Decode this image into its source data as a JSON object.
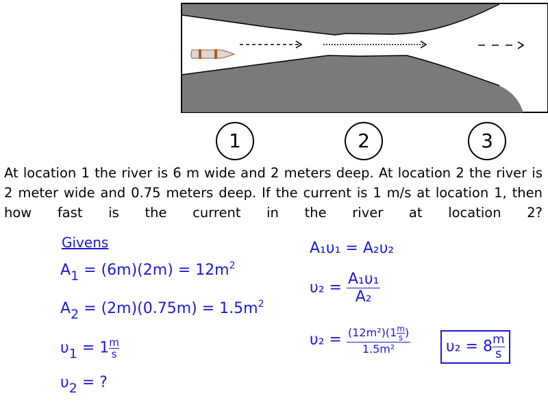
{
  "diagram": {
    "locations": [
      "1",
      "2",
      "3"
    ]
  },
  "problem": {
    "text": "At location 1 the river is 6 m wide and 2 meters deep. At location 2 the river is 2 meter wide and 0.75 meters deep. If the current is 1 m/s at location 1, then how fast is the current in the river at location 2?"
  },
  "givens": {
    "heading": "Givens",
    "a1": {
      "lhs": "A",
      "sub": "1",
      "rhs": "= (6m)(2m) = 12m",
      "sup": "2"
    },
    "a2": {
      "lhs": "A",
      "sub": "2",
      "rhs": "= (2m)(0.75m) = 1.5m",
      "sup": "2"
    },
    "v1": {
      "lhs": "υ",
      "sub": "1",
      "rhs": "= 1",
      "unit_num": "m",
      "unit_den": "s"
    },
    "v2": {
      "lhs": "υ",
      "sub": "2",
      "rhs": "= ?"
    }
  },
  "solution": {
    "continuity": "A₁υ₁ = A₂υ₂",
    "step2": {
      "lhs": "υ₂ =",
      "num": "A₁υ₁",
      "den": "A₂"
    },
    "step3": {
      "lhs": "υ₂ =",
      "num": "(12m²)(1",
      "num_unit_num": "m",
      "num_unit_den": "s",
      "num_close": ")",
      "den": "1.5m²"
    },
    "answer": {
      "lhs": "υ₂ = 8",
      "unit_num": "m",
      "unit_den": "s"
    }
  },
  "colors": {
    "text_blue": "#1a1ad0",
    "bank_gray": "#7a7a7a",
    "boat_stripe": "#b0561a"
  }
}
